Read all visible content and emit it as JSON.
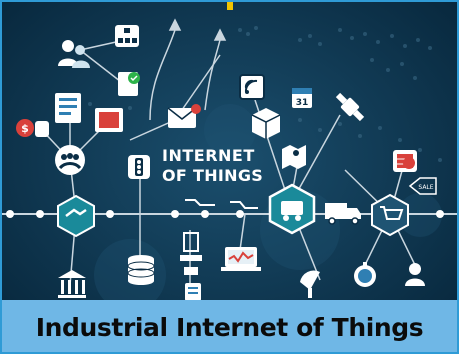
{
  "image": {
    "center_label_line1": "INTERNET",
    "center_label_line2": "OF THINGS",
    "caption": "Industrial Internet of Things"
  },
  "palette": {
    "background": "#0a2d45",
    "line": "#c9d6df",
    "node_fill": "#ffffff",
    "teal_hub": "#1a8a9a",
    "caption_bg": "#6fb7e6",
    "accent_red": "#d9413b",
    "accent_yellow": "#f0c400",
    "accent_green": "#2db34a"
  },
  "icons": [
    "org-chart-icon",
    "users-icon",
    "checklist-icon",
    "dollar-coins-icon",
    "handshake-icon",
    "bank-icon",
    "mail-icon",
    "wifi-sign-icon",
    "calendar-icon",
    "satellite-icon",
    "box-icon",
    "map-icon",
    "traffic-light-icon",
    "truck-icon",
    "shopping-cart-icon",
    "sale-tag-icon",
    "factory-icon",
    "database-icon",
    "laptop-chart-icon",
    "dish-icon",
    "stopwatch-icon",
    "person-icon",
    "document-icon",
    "server-icon"
  ]
}
